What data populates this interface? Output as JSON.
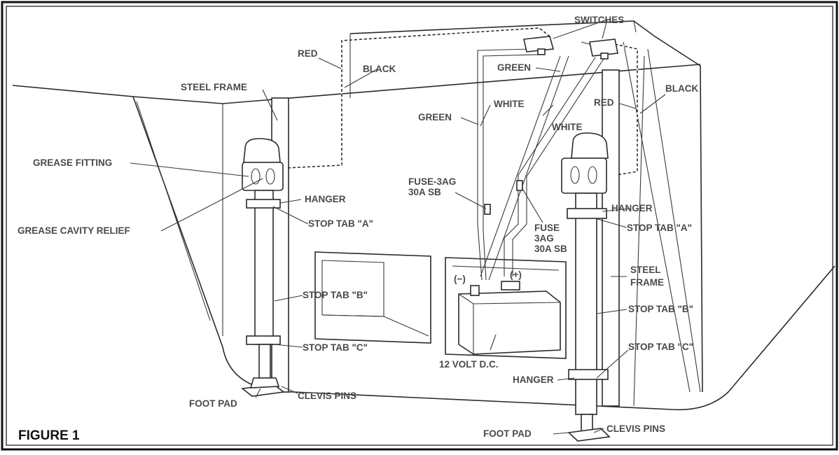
{
  "figure": {
    "caption": "FIGURE 1",
    "labels": {
      "switches": "SWITCHES",
      "red_top": "RED",
      "black_top": "BLACK",
      "steel_frame_left": "STEEL FRAME",
      "grease_fitting": "GREASE FITTING",
      "grease_cavity_relief": "GREASE CAVITY RELIEF",
      "hanger_left": "HANGER",
      "stop_tab_a_left": "STOP TAB \"A\"",
      "stop_tab_b_left": "STOP TAB \"B\"",
      "stop_tab_c_left": "STOP TAB \"C\"",
      "foot_pad_left": "FOOT PAD",
      "clevis_pins_left": "CLEVIS PINS",
      "green_left": "GREEN",
      "white_left": "WHITE",
      "green_right": "GREEN",
      "white_right": "WHITE",
      "fuse_left_line1": "FUSE-3AG",
      "fuse_left_line2": "30A SB",
      "fuse_right_line1": "FUSE",
      "fuse_right_line2": "3AG",
      "fuse_right_line3": "30A SB",
      "negative": "(−)",
      "positive": "(+)",
      "battery": "12 VOLT D.C.",
      "red_right": "RED",
      "black_right": "BLACK",
      "hanger_right_upper": "HANGER",
      "stop_tab_a_right": "STOP TAB \"A\"",
      "steel_frame_right_line1": "STEEL",
      "steel_frame_right_line2": "FRAME",
      "stop_tab_b_right": "STOP TAB \"B\"",
      "stop_tab_c_right": "STOP TAB \"C\"",
      "hanger_right_lower": "HANGER",
      "foot_pad_right": "FOOT PAD",
      "clevis_pins_right": "CLEVIS PINS"
    }
  }
}
